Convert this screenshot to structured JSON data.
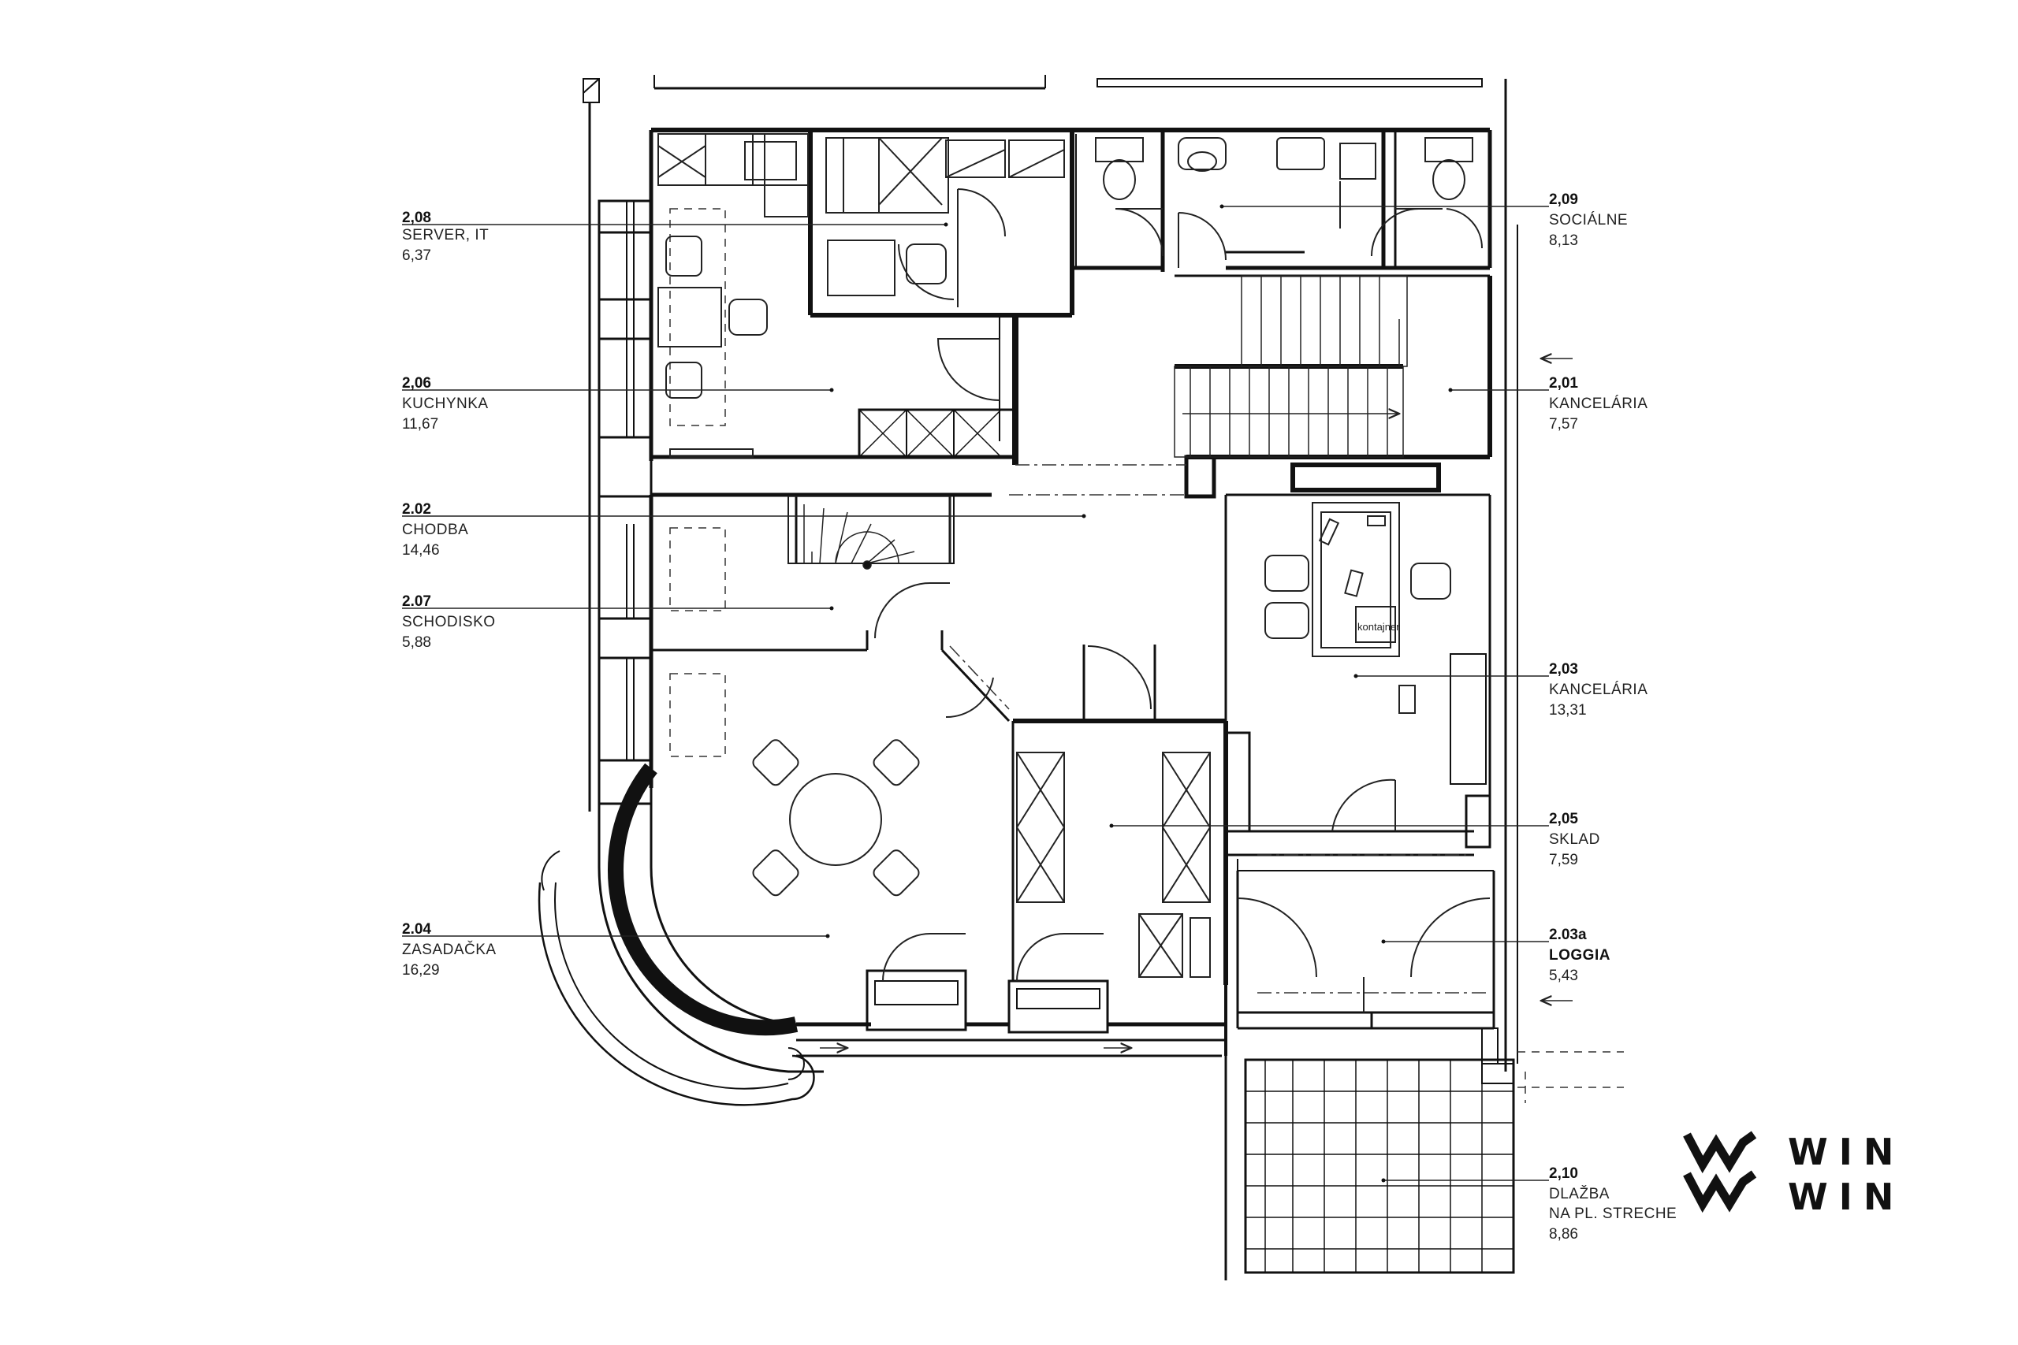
{
  "rooms": [
    {
      "id": "server",
      "number": "2,08",
      "name": "SERVER, IT",
      "area": "6,37"
    },
    {
      "id": "kuchynka",
      "number": "2,06",
      "name": "KUCHYNKA",
      "area": "11,67"
    },
    {
      "id": "chodba",
      "number": "2.02",
      "name": "CHODBA",
      "area": "14,46"
    },
    {
      "id": "schodisko",
      "number": "2.07",
      "name": "SCHODISKO",
      "area": "5,88"
    },
    {
      "id": "zasadacka",
      "number": "2.04",
      "name": "ZASADAČKA",
      "area": "16,29"
    },
    {
      "id": "socialne",
      "number": "2,09",
      "name": "SOCIÁLNE",
      "area": "8,13"
    },
    {
      "id": "kancelaria-1",
      "number": "2,01",
      "name": "KANCELÁRIA",
      "area": "7,57"
    },
    {
      "id": "kancelaria-2",
      "number": "2,03",
      "name": "KANCELÁRIA",
      "area": "13,31"
    },
    {
      "id": "sklad",
      "number": "2,05",
      "name": "SKLAD",
      "area": "7,59"
    },
    {
      "id": "loggia",
      "number": "2.03a",
      "name": "LOGGIA",
      "area": "5,43"
    },
    {
      "id": "dlazba",
      "number": "2,10",
      "name": "DLAŽBA",
      "name2": "NA PL. STRECHE",
      "area": "8,86"
    }
  ],
  "furniture": {
    "kontajner": "kontajner"
  },
  "logo": {
    "line1": "WIN",
    "line2": "WIN"
  },
  "colors": {
    "wall": "#111111",
    "line": "#222222",
    "background": "#ffffff"
  }
}
